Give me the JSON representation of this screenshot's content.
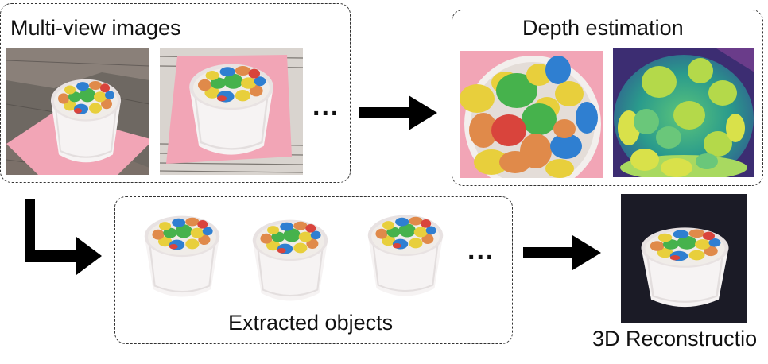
{
  "diagram": {
    "multiview_label": "Multi-view images",
    "depth_label": "Depth estimation",
    "extracted_label": "Extracted objects",
    "reconstruction_label": "3D Reconstructio",
    "ellipsis": "..."
  },
  "colors": {
    "candy_red": "#d9443c",
    "candy_orange": "#e08a4a",
    "candy_yellow": "#e8cf3c",
    "candy_green": "#46b24c",
    "candy_blue": "#2f7fd1",
    "paper_pink": "#f2a5b6",
    "depth_background": "#3c2d72",
    "depth_mid": "#2a9b8c",
    "depth_near": "#d9e14a",
    "reconstruction_background": "#1b1b26",
    "arrow": "#000000"
  }
}
